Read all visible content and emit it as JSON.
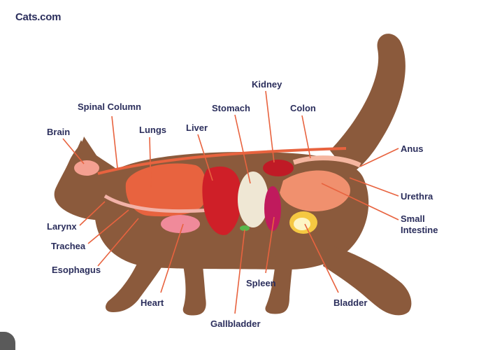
{
  "brand": {
    "logo_text": "Cats.com"
  },
  "labels": {
    "brain": "Brain",
    "spinal_column": "Spinal Column",
    "lungs": "Lungs",
    "liver": "Liver",
    "stomach": "Stomach",
    "kidney": "Kidney",
    "colon": "Colon",
    "anus": "Anus",
    "urethra": "Urethra",
    "small_intestine_line1": "Small",
    "small_intestine_line2": "Intestine",
    "larynx": "Larynx",
    "trachea": "Trachea",
    "esophagus": "Esophagus",
    "heart": "Heart",
    "gallbladder": "Gallbladder",
    "spleen": "Spleen",
    "bladder": "Bladder"
  },
  "colors": {
    "cat_fur": "#8b5a3c",
    "organ_red": "#e8633f",
    "label_text": "#2b2e5c",
    "leader_line": "#e8633f"
  }
}
